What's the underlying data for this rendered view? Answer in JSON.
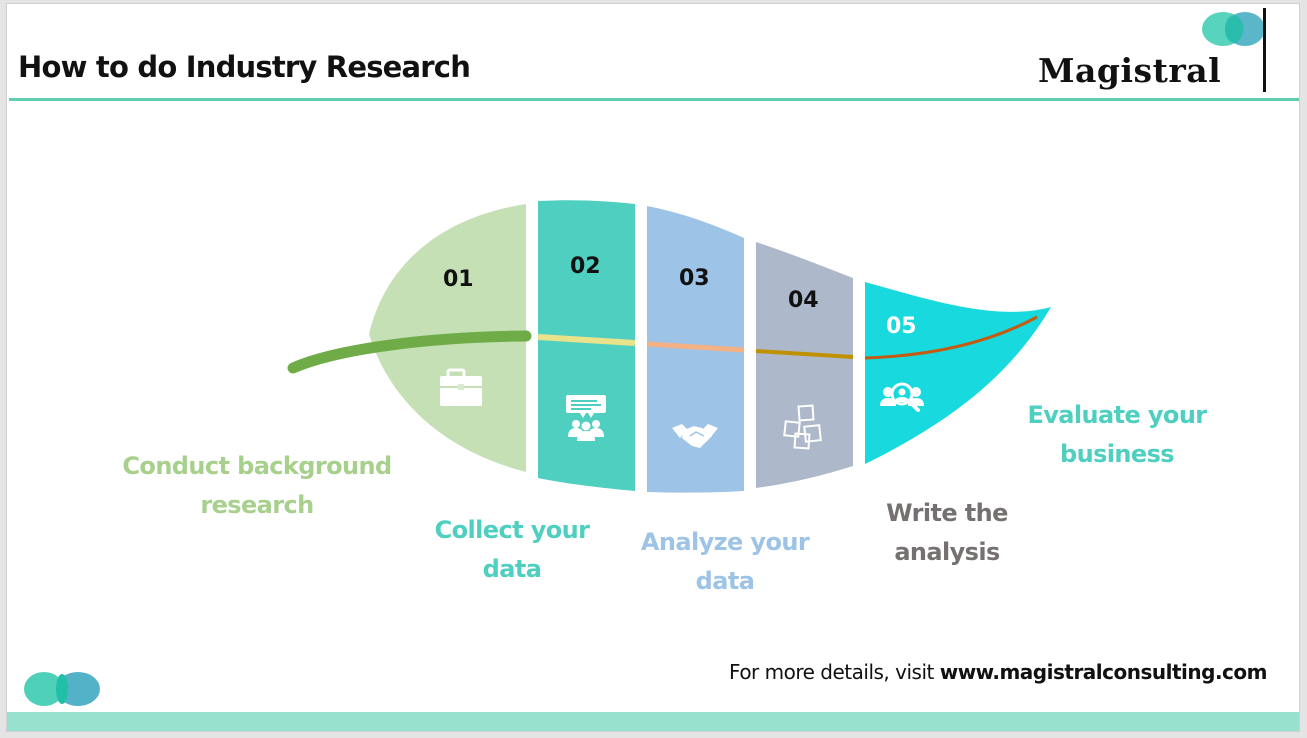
{
  "header": {
    "title": "How to do Industry Research",
    "logo_text": "Magistral"
  },
  "colors": {
    "accent_rule": "#5fcfb4",
    "footer_band": "#99e1cf",
    "logo_circle_left": "#4fd1b9",
    "logo_circle_right": "#4aaec4",
    "stem": "#6fac47"
  },
  "steps": [
    {
      "number": "01",
      "label_line1": "Conduct background",
      "label_line2": "research",
      "icon": "briefcase-icon",
      "segment_color": "#c6e0b6",
      "label_color": "#a8d08d",
      "vein_color": "#6fac47"
    },
    {
      "number": "02",
      "label_line1": "Collect your",
      "label_line2": "data",
      "icon": "meeting-presentation-icon",
      "segment_color": "#4fcfbf",
      "label_color": "#4fcfbf",
      "vein_color": "#e8e28a"
    },
    {
      "number": "03",
      "label_line1": "Analyze your",
      "label_line2": "data",
      "icon": "handshake-icon",
      "segment_color": "#9dc3e6",
      "label_color": "#9dc3e6",
      "vein_color": "#f4b183"
    },
    {
      "number": "04",
      "label_line1": "Write the",
      "label_line2": "analysis",
      "icon": "sticky-notes-icon",
      "segment_color": "#adb9ca",
      "label_color": "#767171",
      "vein_color": "#bf9000"
    },
    {
      "number": "05",
      "label_line1": "Evaluate your",
      "label_line2": "business",
      "icon": "search-people-icon",
      "segment_color": "#17d9de",
      "label_color": "#4fcfbf",
      "vein_color": "#c55a11"
    }
  ],
  "footer": {
    "prefix": "For more details, visit ",
    "url": "www.magistralconsulting.com"
  }
}
